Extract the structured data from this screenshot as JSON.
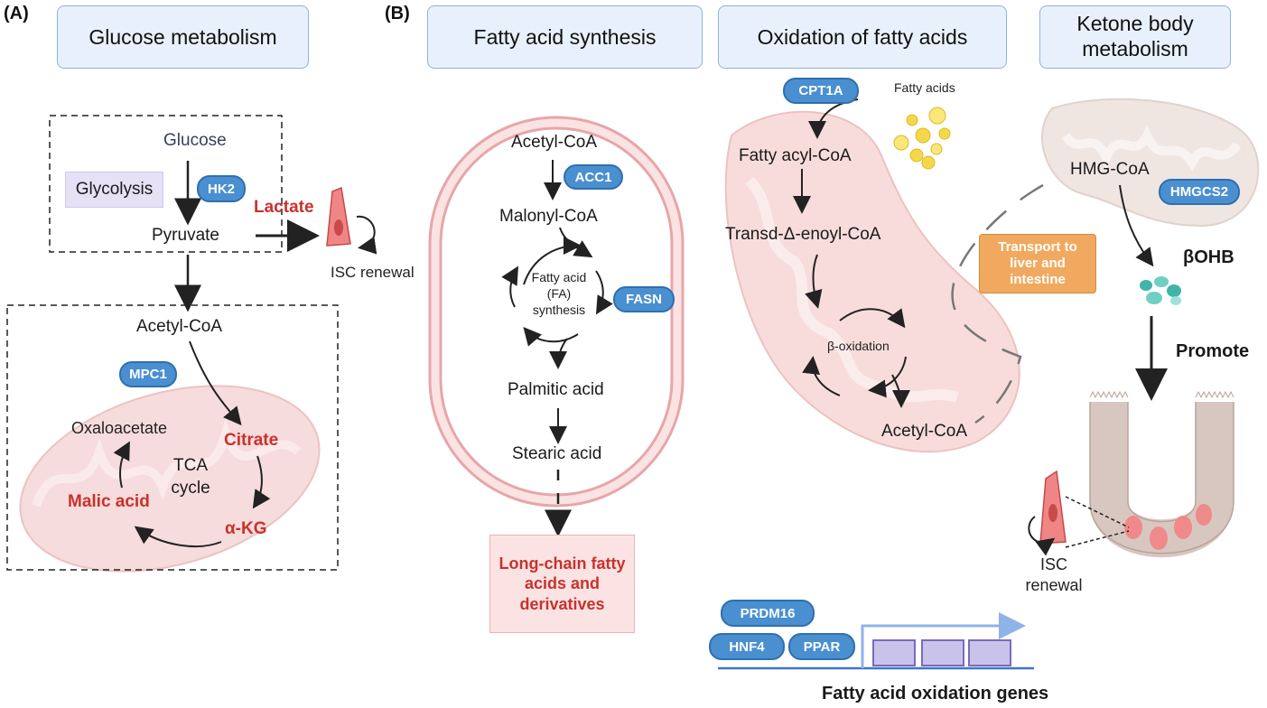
{
  "panels": {
    "a": "(A)",
    "b": "(B)"
  },
  "headers": {
    "glucose": "Glucose metabolism",
    "fas": "Fatty acid synthesis",
    "fao": "Oxidation of fatty acids",
    "ketone": "Ketone body metabolism"
  },
  "glucose_panel": {
    "glucose": "Glucose",
    "hk2": "HK2",
    "glycolysis": "Glycolysis",
    "pyruvate": "Pyruvate",
    "lactate": "Lactate",
    "isc_renewal": "ISC renewal",
    "acetyl_coa": "Acetyl-CoA",
    "mpc1": "MPC1",
    "oxaloacetate": "Oxaloacetate",
    "citrate": "Citrate",
    "tca": "TCA cycle",
    "malic": "Malic acid",
    "akg": "α-KG"
  },
  "fas_panel": {
    "acetyl_coa": "Acetyl-CoA",
    "acc1": "ACC1",
    "malonyl": "Malonyl-CoA",
    "fa_synthesis": "Fatty acid (FA) synthesis",
    "fasn": "FASN",
    "palmitic": "Palmitic acid",
    "stearic": "Stearic acid",
    "long_chain": "Long-chain fatty acids and derivatives"
  },
  "fao_panel": {
    "cpt1a": "CPT1A",
    "fatty_acids": "Fatty acids",
    "fatty_acyl": "Fatty acyl-CoA",
    "enoyl": "Transd-Δ-enoyl-CoA",
    "beta_ox": "β-oxidation",
    "acetyl_coa": "Acetyl-CoA",
    "transport": "Transport to liver and intestine"
  },
  "ketone_panel": {
    "hmg": "HMG-CoA",
    "hmgcs2": "HMGCS2",
    "bohb": "βOHB",
    "promote": "Promote",
    "isc": "ISC renewal"
  },
  "genes": {
    "prdm16": "PRDM16",
    "hnf4": "HNF4",
    "ppar": "PPAR",
    "caption": "Fatty acid oxidation genes"
  }
}
